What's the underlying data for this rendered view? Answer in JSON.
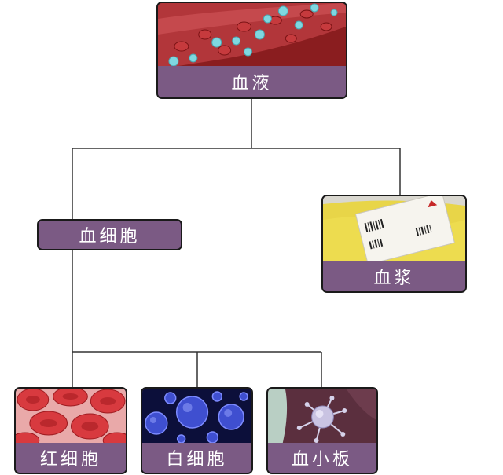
{
  "diagram": {
    "root": {
      "label": "血液",
      "image": "blood-vessel-cells-image"
    },
    "branches": [
      {
        "label": "血细胞"
      },
      {
        "label": "血浆",
        "image": "plasma-bag-image"
      }
    ],
    "leaves": [
      {
        "label": "红细胞",
        "image": "red-blood-cells-image"
      },
      {
        "label": "白细胞",
        "image": "white-blood-cells-image"
      },
      {
        "label": "血小板",
        "image": "platelet-image"
      }
    ]
  },
  "colors": {
    "label_fill": "#7b5a84",
    "border": "#1a1a1a",
    "connector": "#333333",
    "label_text": "#ffffff"
  }
}
